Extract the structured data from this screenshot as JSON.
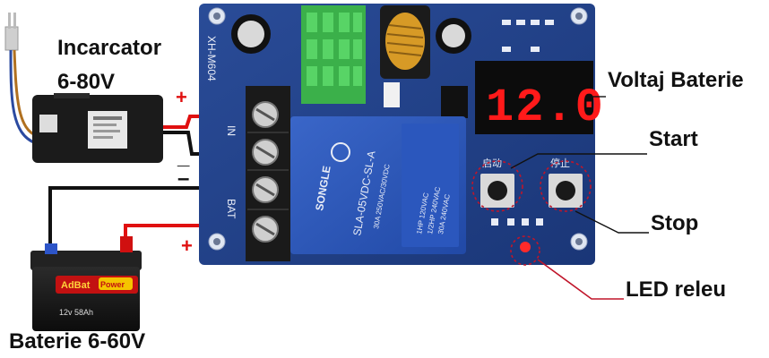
{
  "labels": {
    "charger": "Incarcator",
    "charger_range": "6-80V",
    "battery": "Baterie 6-60V",
    "voltage_display": "Voltaj Baterie",
    "start": "Start",
    "stop": "Stop",
    "led_relay": "LED releu"
  },
  "polarity": {
    "plus_top": "+",
    "minus_mid": "_",
    "minus_mid2": "–",
    "plus_bottom": "+"
  },
  "board": {
    "model": "XH-M604",
    "display_value": "12.0",
    "terminal_in": "IN",
    "terminal_bat": "BAT",
    "relay_brand": "SONGLE",
    "relay_model": "SLA-05VDC-SL-A",
    "relay_spec_1": "30A 250VAC/30VDC",
    "relay_spec_2": "1HP 120VAC",
    "relay_spec_3": "1/2HP 240VAC",
    "relay_spec_4": "30A 240VAC",
    "btn_start_cn": "启动",
    "btn_stop_cn": "停止"
  },
  "battery_label": "12v 58Ah",
  "colors": {
    "board": "#1f3f86",
    "wire_red": "#e01010",
    "wire_black": "#111111",
    "display_digit": "#ff1a1a",
    "callout_line": "#c0152a"
  }
}
